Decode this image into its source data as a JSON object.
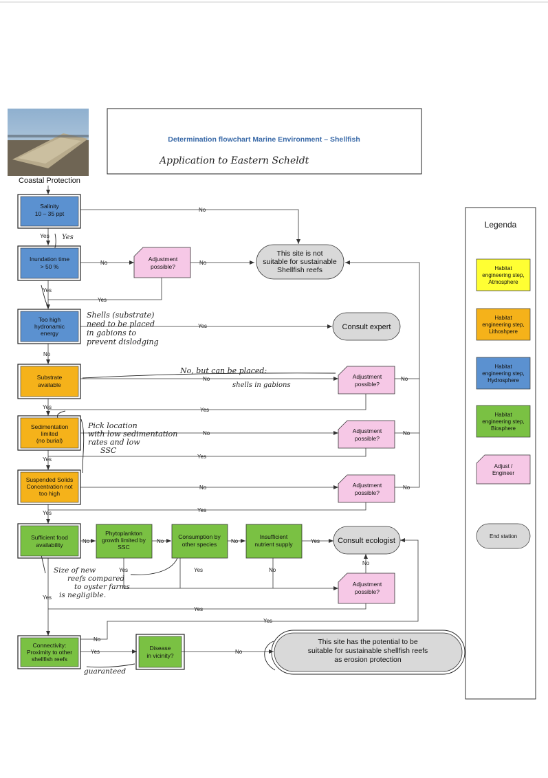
{
  "title_box": {
    "title": "Determination flowchart Marine Environment – Shellfish",
    "handwritten_subtitle": "Application to Eastern Scheldt"
  },
  "photo_caption": "Coastal Protection",
  "steps": {
    "salinity": [
      "Salinity",
      "10 – 35 ppt"
    ],
    "inundation": [
      "Inundation time",
      "> 50 %"
    ],
    "hydronamic": [
      "Too high",
      "hydronamic",
      "energy"
    ],
    "substrate": [
      "Substrate",
      "available"
    ],
    "sedimentation": [
      "Sedimentation",
      "limited",
      "(no burial)"
    ],
    "suspended": [
      "Suspended Solids",
      "Concentration not",
      "too high"
    ],
    "food": [
      "Sufficient food",
      "availability"
    ],
    "phyto": [
      "Phytoplankton",
      "growth limited by",
      "SSC"
    ],
    "consumption": [
      "Consumption by",
      "other species"
    ],
    "nutrient": [
      "Insufficient",
      "nutrient supply"
    ],
    "connectivity": [
      "Connectivity:",
      "Proximity to other",
      "shellfish reefs"
    ],
    "disease": [
      "Disease",
      "in vicinity?"
    ]
  },
  "adjust": {
    "label": [
      "Adjustment",
      "possible?"
    ]
  },
  "end_stations": {
    "not_suitable": [
      "This site is not",
      "suitable for sustainable",
      "Shellfish reefs"
    ],
    "consult_expert": "Consult expert",
    "consult_ecologist": "Consult ecologist",
    "potential": [
      "This site has the potential to be",
      "suitable for sustainable shellfish reefs",
      "as erosion protection"
    ]
  },
  "edge_labels": {
    "yes": "Yes",
    "no": "No"
  },
  "annotations": {
    "yes_hand": "Yes",
    "shells": [
      "Shells (substrate)",
      "need to be placed",
      "in gabions to",
      "prevent dislodging"
    ],
    "no_but": "No, but can be placed:",
    "shells_gabions": "shells in gabions",
    "pick": [
      "Pick location",
      "with low sedimentation",
      "rates and low",
      "SSC"
    ],
    "reefs": [
      "Size of new",
      "reefs compared",
      "to oyster farms",
      "is negligible."
    ],
    "guaranteed": "guaranteed"
  },
  "legend": {
    "title": "Legenda",
    "items": [
      {
        "lines": [
          "Habitat",
          "engineering step,",
          "Atmosphere"
        ],
        "color": "#ffff33"
      },
      {
        "lines": [
          "Habitat",
          "engineering step,",
          "Lithoshpere"
        ],
        "color": "#f5b21a"
      },
      {
        "lines": [
          "Habitat",
          "engineering step,",
          "Hydrosphere"
        ],
        "color": "#5b91d0"
      },
      {
        "lines": [
          "Habitat",
          "engineering step,",
          "Biosphere"
        ],
        "color": "#7ac143"
      },
      {
        "lines": [
          "Adjust /",
          "Engineer"
        ],
        "color": "#f6c8e6"
      },
      {
        "lines": [
          "End station"
        ],
        "color": "#d9d9d9"
      }
    ]
  },
  "colors": {
    "hydrosphere": "#5b91d0",
    "lithosphere": "#f5b21a",
    "biosphere": "#7ac143",
    "adjust": "#f6c8e6",
    "end": "#d9d9d9",
    "title_text": "#3a6aa8"
  }
}
